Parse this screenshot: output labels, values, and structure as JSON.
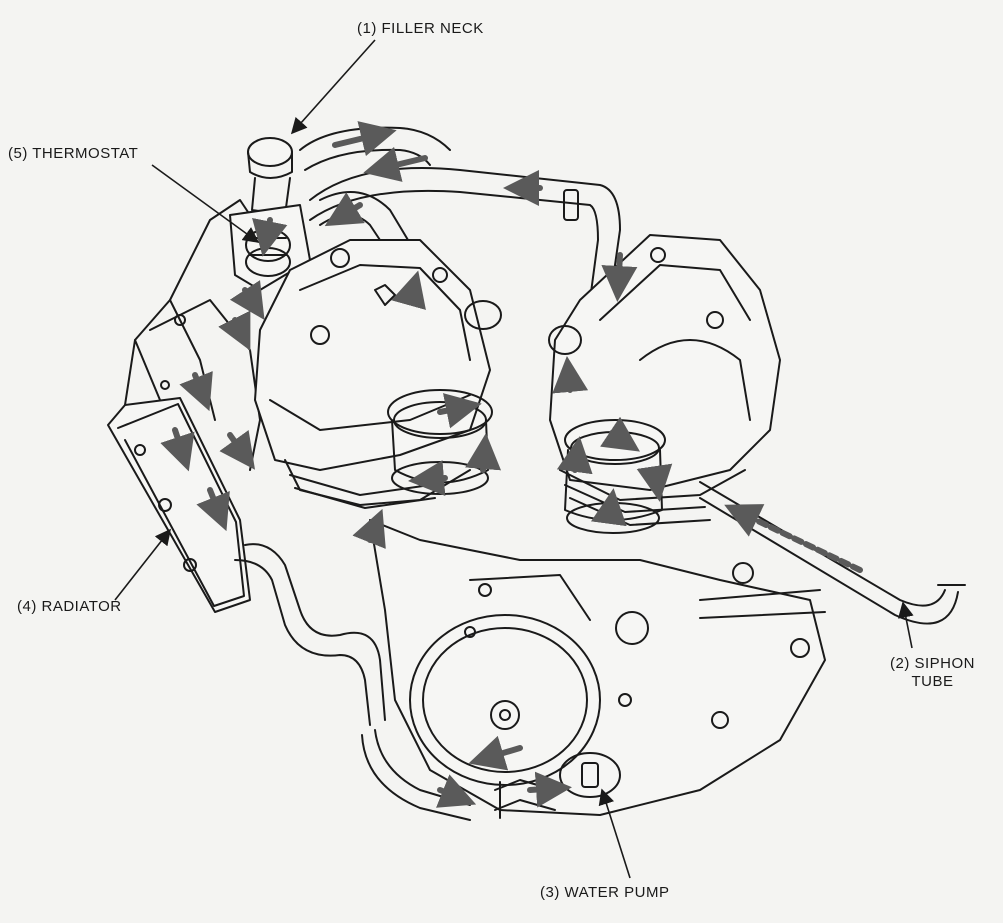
{
  "labels": {
    "filler_neck": "(1) FILLER NECK",
    "thermostat": "(5) THERMOSTAT",
    "radiator": "(4) RADIATOR",
    "siphon_tube_line1": "(2) SIPHON",
    "siphon_tube_line2": "TUBE",
    "water_pump": "(3) WATER PUMP"
  },
  "colors": {
    "background": "#f4f4f2",
    "ink": "#1a1a1a",
    "flow_arrow": "#5a5a5a"
  }
}
